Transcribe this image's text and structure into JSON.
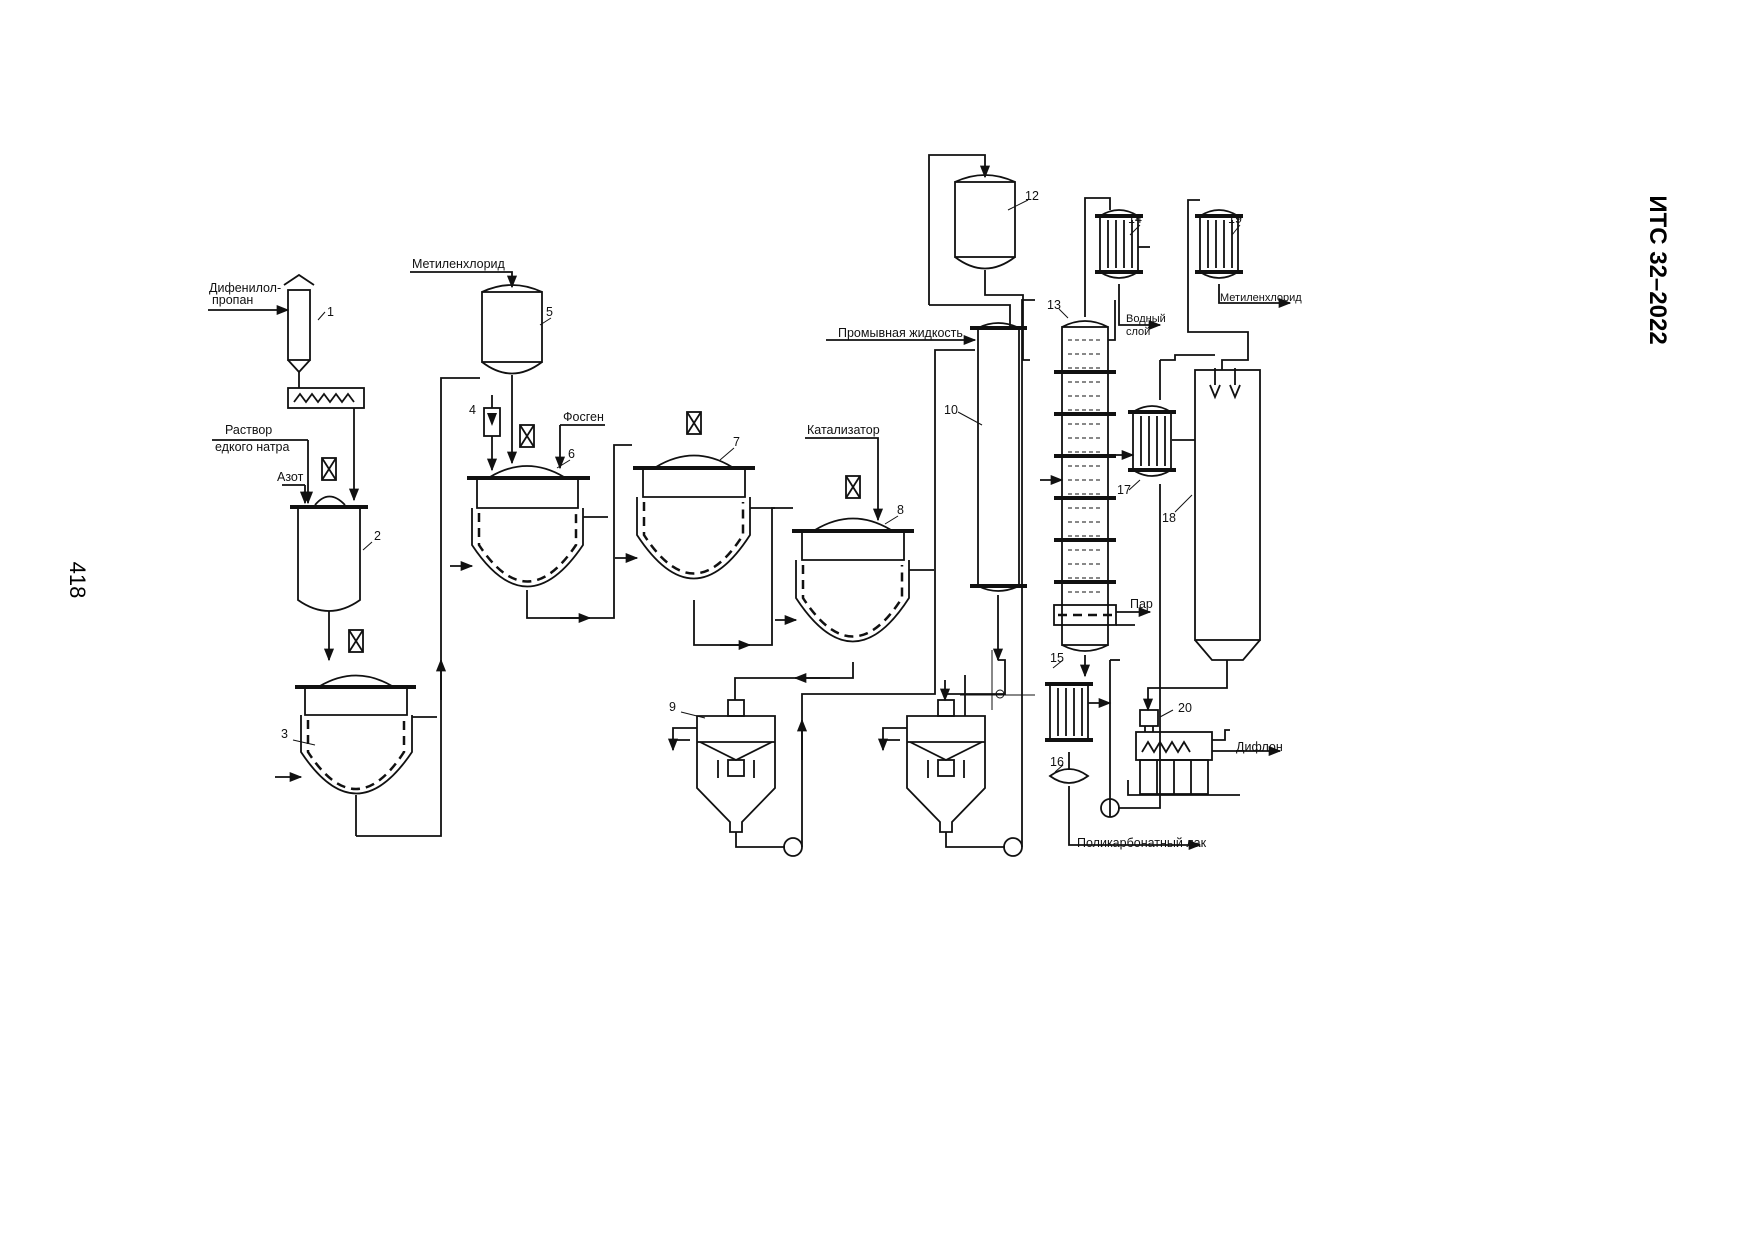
{
  "header": {
    "doc_code": "ИТС 32–2022"
  },
  "page_number": "418",
  "diagram": {
    "stream_labels": {
      "bisphenol_l1": "Дифенилол-",
      "bisphenol_l2": "пропан",
      "naoh_l1": "Раствор",
      "naoh_l2": "едкого натра",
      "nitrogen": "Азот",
      "methylene_chloride": "Метиленхлорид",
      "phosgene": "Фосген",
      "catalyst": "Катализатор",
      "wash_liquid": "Промывная жидкость",
      "water_l1": "Водный",
      "water_l2": "слой",
      "methylene_chloride_out": "Метиленхлорид",
      "steam": "Пар",
      "diflon": "Дифлон",
      "polycarbonate_lacquer": "Поликарбонатный лак"
    },
    "equipment_numbers": [
      "1",
      "2",
      "3",
      "4",
      "5",
      "6",
      "7",
      "8",
      "9",
      "10",
      "12",
      "13",
      "14",
      "15",
      "16",
      "17",
      "18",
      "19",
      "20"
    ],
    "colors": {
      "line": "#111111",
      "background": "#ffffff"
    }
  }
}
